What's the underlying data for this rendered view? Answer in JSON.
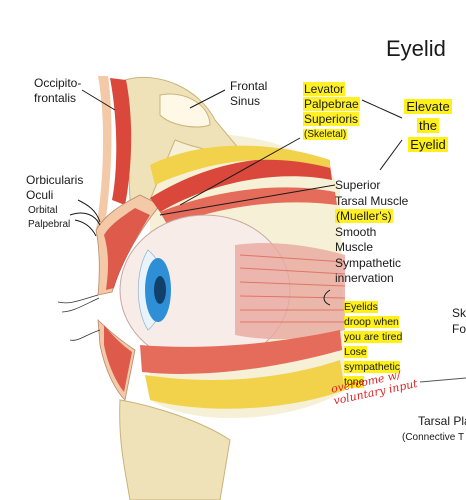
{
  "title": "Eyelid",
  "labels": {
    "occipitofrontalis": [
      "Occipito-",
      "frontalis"
    ],
    "frontal_sinus": [
      "Frontal",
      "Sinus"
    ],
    "levator": [
      "Levator",
      "Palpebrae",
      "Superioris",
      "(Skeletal)"
    ],
    "elevate": [
      "Elevate",
      "the",
      "Eyelid"
    ],
    "orbicularis": [
      "Orbicularis",
      "Oculi"
    ],
    "orbital": "Orbital",
    "palpebral": "Palpebral",
    "superior_tarsal": [
      "Superior",
      "Tarsal Muscle",
      "(Mueller's)",
      "Smooth",
      "Muscle",
      "Sympathetic",
      "innervation"
    ],
    "droop": [
      "Eyelids",
      "droop when",
      "you are tired",
      "Lose",
      "sympathetic",
      "tone"
    ],
    "handwritten": [
      "overcome w/",
      "voluntary input"
    ],
    "cut_right_1": "Sk",
    "cut_right_2": "Fo",
    "tarsal_plate": "Tarsal Pla",
    "connective": "(Connective T"
  },
  "colors": {
    "highlight": "#ffee00",
    "muscle": "#d9483b",
    "fat": "#f2d24a",
    "bone": "#efe2b8",
    "iris": "#2f8fd6",
    "handwriting": "#e02424"
  }
}
